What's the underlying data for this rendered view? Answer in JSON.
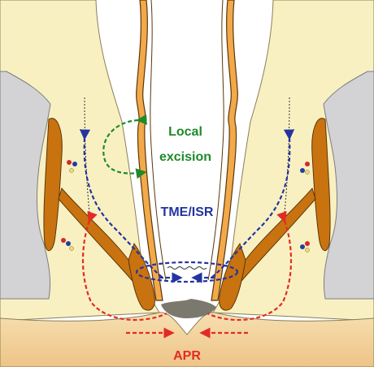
{
  "labels": {
    "local_line1": "Local",
    "local_line2": "excision",
    "tme": "TME/ISR",
    "apr": "APR"
  },
  "colors": {
    "local": "#1f8a2a",
    "tme": "#2434a0",
    "apr": "#e32b26",
    "fat": "#f9f0c2",
    "muscle": "#c8730f",
    "wall": "#f2a94a",
    "bone": "#d3d3d5",
    "skin": "#f1d09a"
  }
}
